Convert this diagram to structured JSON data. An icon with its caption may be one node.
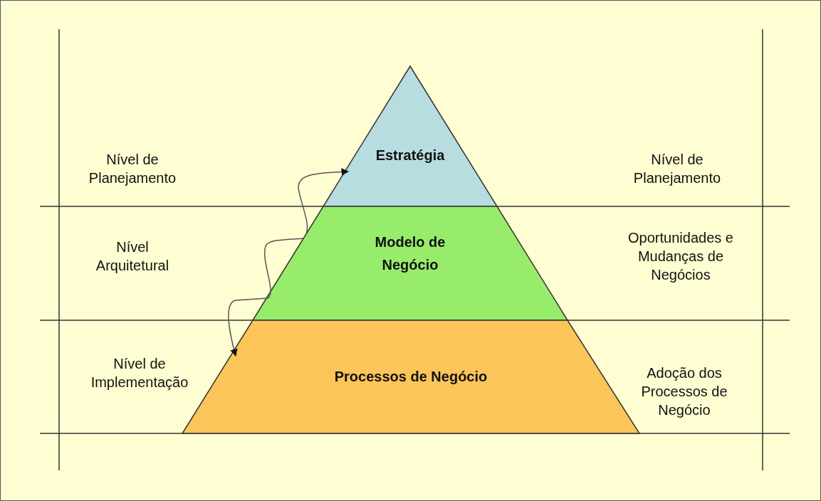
{
  "diagram": {
    "nodes": [
      {
        "text": [
          "Estratégia"
        ]
      },
      {
        "text": [
          "Modelo de Negócio"
        ]
      },
      {
        "text": [
          "Processos de Negócio"
        ]
      }
    ],
    "edges": [
      {
        "from": 2,
        "to": 0,
        "arrow": "both"
      }
    ],
    "labels": [
      "Nível de Planejamento",
      "Nível de Planejamento",
      "Nível Arquitetural",
      "Oportunidades e Mudanças de Negócios",
      "Nível de Implementação",
      "Adoção dos Processos de Negócio"
    ]
  }
}
